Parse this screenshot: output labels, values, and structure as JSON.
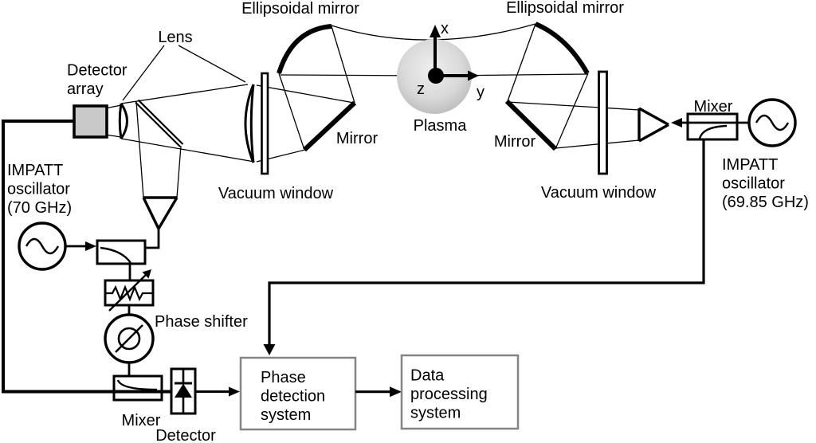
{
  "labels": {
    "ellipsoidal_mirror_left": "Ellipsoidal mirror",
    "ellipsoidal_mirror_right": "Ellipsoidal mirror",
    "lens": "Lens",
    "detector_array": [
      "Detector",
      "array"
    ],
    "impatt_left": [
      "IMPATT",
      "oscillator",
      "(70 GHz)"
    ],
    "impatt_right": [
      "IMPATT",
      "oscillator",
      "(69.85 GHz)"
    ],
    "vacuum_window_left": "Vacuum window",
    "vacuum_window_right": "Vacuum window",
    "mirror_left": "Mirror",
    "mirror_right": "Mirror",
    "plasma": "Plasma",
    "axes": {
      "x": "x",
      "y": "y",
      "z": "z"
    },
    "mixer_top": "Mixer",
    "mixer_bottom": "Mixer",
    "detector": "Detector",
    "phase_shifter": "Phase shifter",
    "phase_detection_system": [
      "Phase",
      "detection",
      "system"
    ],
    "data_processing_system": [
      "Data",
      "processing",
      "system"
    ]
  },
  "colors": {
    "line": "#000000",
    "background": "#ffffff",
    "detector_array_fill": "#c9c9c9",
    "plasma_light": "#efefef",
    "plasma_mid": "#d9d9d9",
    "plasma_dark": "#b0b0b0",
    "system_box_border": "#858585"
  }
}
